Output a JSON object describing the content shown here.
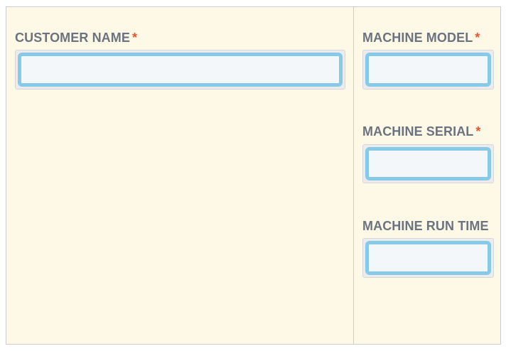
{
  "form": {
    "required_marker": "*",
    "fields": {
      "customer_name": {
        "label": "CUSTOMER NAME",
        "required": true,
        "value": ""
      },
      "machine_model": {
        "label": "MACHINE MODEL",
        "required": true,
        "value": ""
      },
      "machine_serial": {
        "label": "MACHINE SERIAL",
        "required": true,
        "value": ""
      },
      "machine_run_time": {
        "label": "MACHINE RUN TIME",
        "required": false,
        "value": ""
      }
    }
  },
  "colors": {
    "panel_background": "#fef8e6",
    "label_text": "#6b7380",
    "required_marker": "#e5582f",
    "input_focus_border": "#86c9e9",
    "input_background": "#f4f7fa"
  }
}
